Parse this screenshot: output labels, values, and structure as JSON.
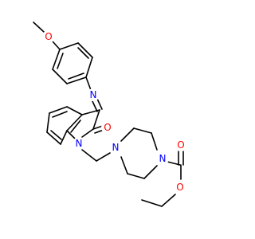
{
  "colors": {
    "bond": "#000000",
    "oxygen": "#ff0000",
    "nitrogen": "#0000ff",
    "background": "#ffffff"
  },
  "atom_labels": {
    "o_methoxy": "O",
    "n_imine": "N",
    "o_ketone": "O",
    "n_indole": "N",
    "n_piperazine_1": "N",
    "n_piperazine_2": "N",
    "o_carbonyl": "O",
    "o_ester": "O"
  }
}
